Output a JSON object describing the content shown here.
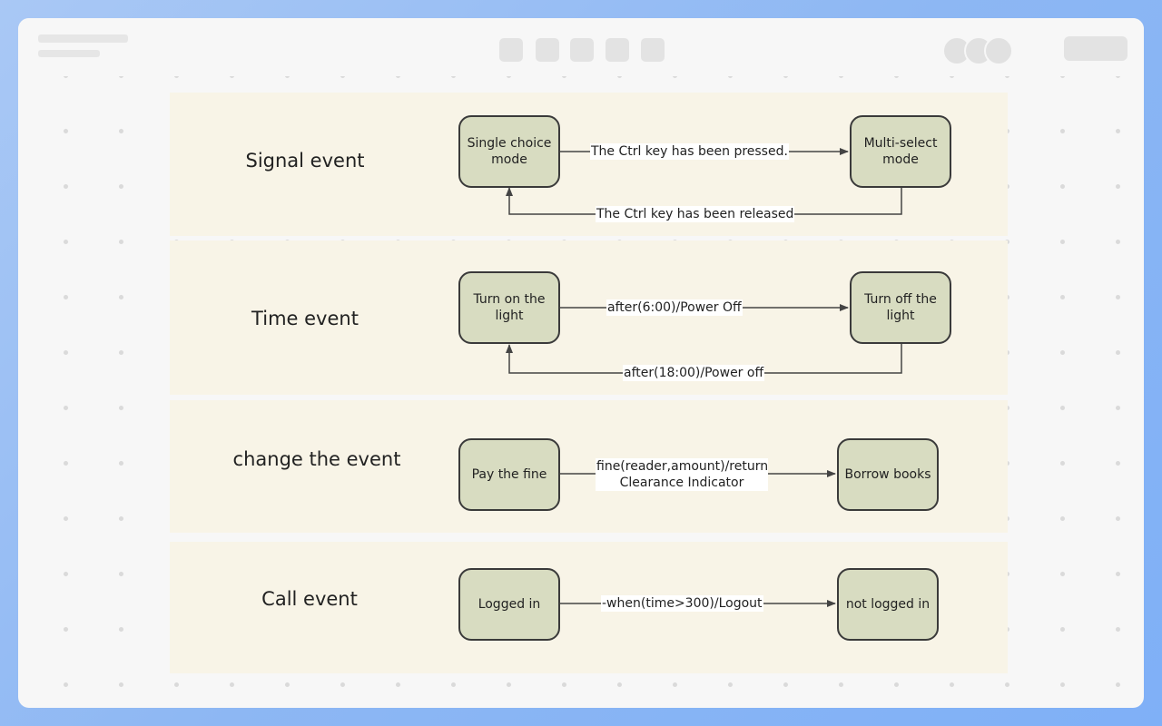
{
  "diagram": {
    "sections": [
      {
        "title": "Signal event",
        "states": [
          "Single choice mode",
          "Multi-select mode"
        ],
        "transitions": [
          {
            "from": "Single choice mode",
            "to": "Multi-select mode",
            "label": "The Ctrl key has been pressed."
          },
          {
            "from": "Multi-select mode",
            "to": "Single choice mode",
            "label": "The Ctrl key has been released"
          }
        ]
      },
      {
        "title": "Time event",
        "states": [
          "Turn on the light",
          "Turn off the light"
        ],
        "transitions": [
          {
            "from": "Turn on the light",
            "to": "Turn off the light",
            "label": "after(6:00)/Power Off"
          },
          {
            "from": "Turn off the light",
            "to": "Turn on the light",
            "label": "after(18:00)/Power off"
          }
        ]
      },
      {
        "title": "change the event",
        "states": [
          "Pay the fine",
          "Borrow books"
        ],
        "transitions": [
          {
            "from": "Pay the fine",
            "to": "Borrow books",
            "label_line1": "fine(reader,amount)/return",
            "label_line2": "Clearance Indicator"
          }
        ]
      },
      {
        "title": "Call event",
        "states": [
          "Logged in",
          "not logged in"
        ],
        "transitions": [
          {
            "from": "Logged in",
            "to": "not logged in",
            "label": "-when(time>300)/Logout"
          }
        ]
      }
    ]
  },
  "colors": {
    "band_fill": "#f8f4e7",
    "node_fill": "#d8dcc1",
    "node_stroke": "#3a3a3a",
    "edge": "#444444",
    "frame_gradient": "#8db7f3"
  }
}
